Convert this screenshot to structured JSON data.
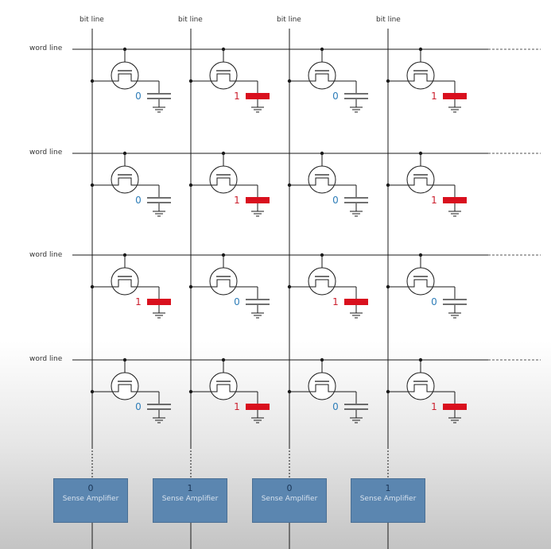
{
  "labels": {
    "bit_line": "bit line",
    "word_line": "word line",
    "sense_amplifier": "Sense Amplifier"
  },
  "colors": {
    "zero_text": "#2e7db8",
    "one_text": "#cc1f2d",
    "charged_capacitor": "#d9101e",
    "amplifier_fill": "#5b86b0",
    "wire": "#1a1a1a"
  },
  "cells": [
    [
      "0",
      "1",
      "0",
      "1"
    ],
    [
      "0",
      "1",
      "0",
      "1"
    ],
    [
      "1",
      "0",
      "1",
      "0"
    ],
    [
      "0",
      "1",
      "0",
      "1"
    ]
  ],
  "sense_amplifiers": [
    {
      "value": "0",
      "label": "Sense Amplifier"
    },
    {
      "value": "1",
      "label": "Sense Amplifier"
    },
    {
      "value": "0",
      "label": "Sense Amplifier"
    },
    {
      "value": "1",
      "label": "Sense Amplifier"
    }
  ]
}
